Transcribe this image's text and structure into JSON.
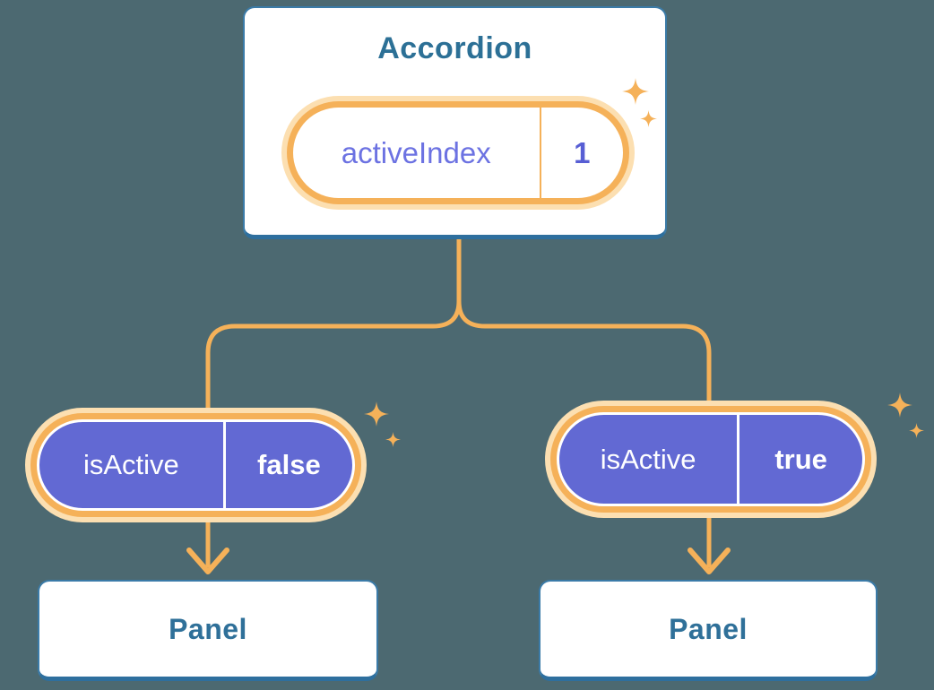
{
  "colors": {
    "background": "#4C6971",
    "card_fill": "#FFFFFF",
    "card_border_blue": "#3B7BA8",
    "card_border_bottom_blue": "#2E6F9E",
    "heading_blue": "#2C7096",
    "connector_orange": "#F5B159",
    "pill_halo_orange": "#FCDFB1",
    "pill_purple": "#6269D3",
    "state_label_purple": "#6C72E2",
    "state_value_purple": "#575ED4"
  },
  "root_component": {
    "title": "Accordion",
    "state_pill": {
      "label": "activeIndex",
      "value": "1"
    }
  },
  "branches": [
    {
      "prop_pill": {
        "label": "isActive",
        "value": "false"
      },
      "panel_title": "Panel"
    },
    {
      "prop_pill": {
        "label": "isActive",
        "value": "true"
      },
      "panel_title": "Panel"
    }
  ],
  "icons": {
    "sparkle": "four-point-star",
    "arrow": "chevron-down-arrow"
  }
}
